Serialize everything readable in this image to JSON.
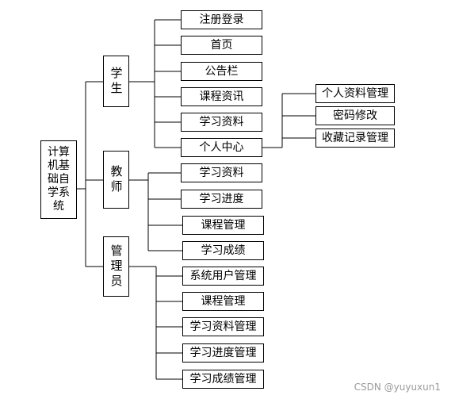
{
  "root": {
    "label": "计算机基础自学系统"
  },
  "roles": [
    {
      "key": "student",
      "label": "学生",
      "children": [
        "注册登录",
        "首页",
        "公告栏",
        "课程资讯",
        "学习资料",
        "个人中心"
      ]
    },
    {
      "key": "teacher",
      "label": "教师",
      "children": [
        "学习资料",
        "学习进度",
        "课程管理",
        "学习成绩"
      ]
    },
    {
      "key": "admin",
      "label": "管理员",
      "children": [
        "系统用户管理",
        "课程管理",
        "学习资料管理",
        "学习进度管理",
        "学习成绩管理"
      ]
    }
  ],
  "personal_center": {
    "children": [
      "个人资料管理",
      "密码修改",
      "收藏记录管理"
    ]
  },
  "watermark": "CSDN @yuyuxun1"
}
